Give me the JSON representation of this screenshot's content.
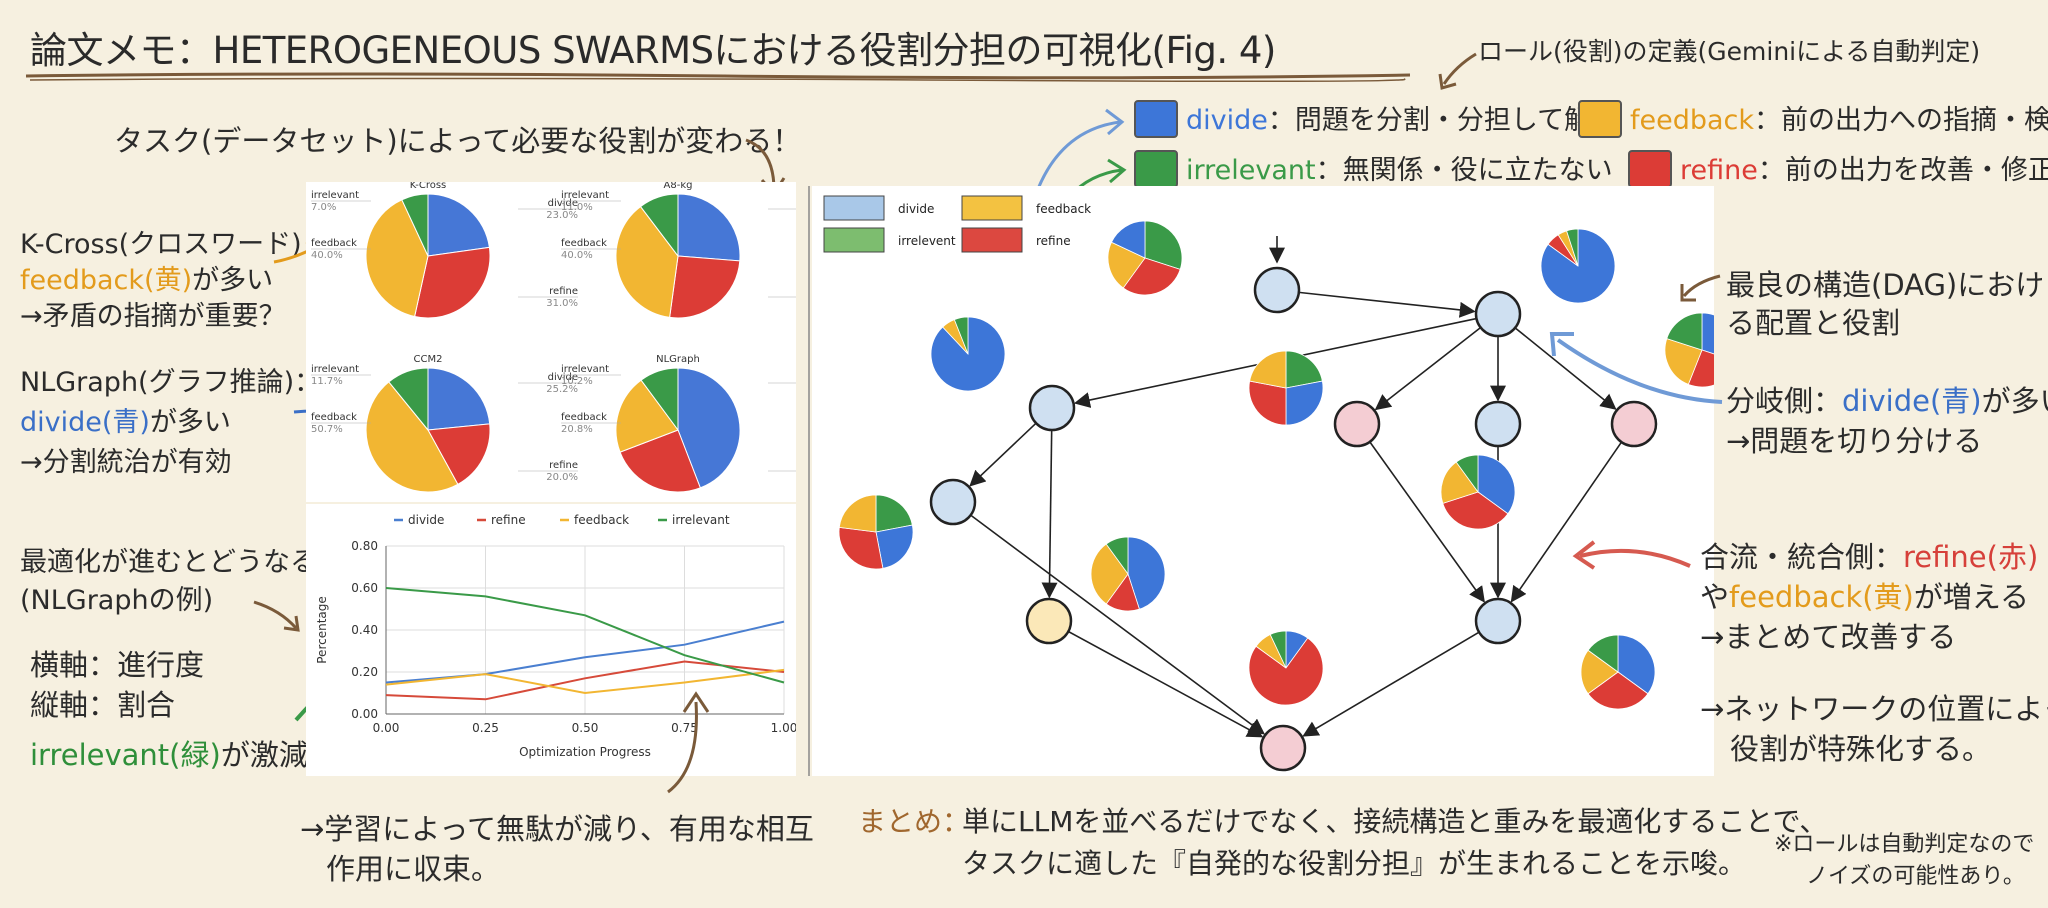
{
  "header": {
    "title": "論文メモ：HETEROGENEOUS SWARMSにおける役割分担の可視化(Fig. 4)",
    "role_def_title": "ロール(役割)の定義(Geminiによる自動判定)"
  },
  "role_legend": [
    {
      "key": "divide",
      "desc": "：問題を分割・分担して解く",
      "color": "#3d76d8"
    },
    {
      "key": "feedback",
      "desc": "：前の出力への指摘・検証",
      "color": "#f2b632"
    },
    {
      "key": "irrelevant",
      "desc": "：無関係・役に立たない",
      "color": "#3a9a48"
    },
    {
      "key": "refine",
      "desc": "：前の出力を改善・修正",
      "color": "#dc3c36"
    }
  ],
  "notes": {
    "task_note": "タスク(データセット)によって必要な役割が変わる！",
    "kcross_1": "K-Cross(クロスワード)：",
    "kcross_2a": "feedback(黄)",
    "kcross_2b": "が多い",
    "kcross_3": "→矛盾の指摘が重要？",
    "nlgraph_1": "NLGraph(グラフ推論)：",
    "nlgraph_2a": "divide(青)",
    "nlgraph_2b": "が多い",
    "nlgraph_3": "→分割統治が有効",
    "opt_1": "最適化が進むとどうなる？",
    "opt_2": "(NLGraphの例)",
    "axis_x_note": "横軸：進行度",
    "axis_y_note": "縦軸：割合",
    "irr_a": "irrelevant(緑)",
    "irr_b": "が激減！",
    "learn_1": "→学習によって無駄が減り、有用な相互",
    "learn_2": "作用に収束。",
    "dag_1": "最良の構造(DAG)におけ",
    "dag_2": "る配置と役割",
    "branch_1a": "分岐側：",
    "branch_1b": "divide(青)",
    "branch_1c": "が多い",
    "branch_2": "→問題を切り分ける",
    "merge_1a": "合流・統合側：",
    "merge_1b": "refine(赤)",
    "merge_2a": "や",
    "merge_2b": "feedback(黄)",
    "merge_2c": "が増える",
    "merge_3": "→まとめて改善する",
    "pos_1": "→ネットワークの位置によって",
    "pos_2": "役割が特殊化する。",
    "summary_label": "まとめ：",
    "summary_1": "単にLLMを並べるだけでなく、接続構造と重みを最適化することで、",
    "summary_2": "タスクに適した『自発的な役割分担』が生まれることを示唆。",
    "caveat_1": "※ロールは自動判定なので",
    "caveat_2": "ノイズの可能性あり。"
  },
  "pie_panel": {
    "charts": [
      {
        "title": "K-Cross",
        "slices": [
          {
            "label": "divide",
            "value": 23.0,
            "text": "23.0%"
          },
          {
            "label": "refine",
            "value": 31.0,
            "text": "31.0%"
          },
          {
            "label": "feedback",
            "value": 40.0,
            "text": "40.0%"
          },
          {
            "label": "irrelevant",
            "value": 7.0,
            "text": "7.0%"
          }
        ]
      },
      {
        "title": "A8-kg",
        "slices": [
          {
            "label": "divide",
            "value": 28.0,
            "text": "28.0%"
          },
          {
            "label": "refine",
            "value": 27.6,
            "text": "27.6%"
          },
          {
            "label": "feedback",
            "value": 40.0,
            "text": "40.0%"
          },
          {
            "label": "irrelevant",
            "value": 11.0,
            "text": "11.0%"
          }
        ]
      },
      {
        "title": "CCM2",
        "slices": [
          {
            "label": "divide",
            "value": 25.2,
            "text": "25.2%"
          },
          {
            "label": "refine",
            "value": 20.0,
            "text": "20.0%"
          },
          {
            "label": "feedback",
            "value": 50.7,
            "text": "50.7%"
          },
          {
            "label": "irrelevant",
            "value": 11.7,
            "text": "11.7%"
          }
        ]
      },
      {
        "title": "NLGraph",
        "slices": [
          {
            "label": "divide",
            "value": 44.4,
            "text": "44.4%"
          },
          {
            "label": "refine",
            "value": 25.2,
            "text": "25.2%"
          },
          {
            "label": "feedback",
            "value": 20.8,
            "text": "20.8%"
          },
          {
            "label": "irrelevant",
            "value": 10.2,
            "text": "10.2%"
          }
        ]
      }
    ]
  },
  "chart_data": {
    "type": "line",
    "xlabel": "Optimization Progress",
    "ylabel": "Percentage",
    "x": [
      0.0,
      0.25,
      0.5,
      0.75,
      1.0
    ],
    "xticks": [
      "0.00",
      "0.25",
      "0.50",
      "0.75",
      "1.00"
    ],
    "yticks": [
      "0.00",
      "0.20",
      "0.40",
      "0.60",
      "0.80"
    ],
    "xlim": [
      0,
      1
    ],
    "ylim": [
      0,
      0.8
    ],
    "grid": true,
    "legend_position": "top",
    "series": [
      {
        "name": "divide",
        "color": "#4a7fd0",
        "values": [
          0.15,
          0.19,
          0.27,
          0.33,
          0.44
        ]
      },
      {
        "name": "refine",
        "color": "#d64a3a",
        "values": [
          0.09,
          0.07,
          0.17,
          0.25,
          0.2
        ]
      },
      {
        "name": "feedback",
        "color": "#f2b632",
        "values": [
          0.14,
          0.19,
          0.1,
          0.15,
          0.21
        ]
      },
      {
        "name": "irrelevant",
        "color": "#3a9a48",
        "values": [
          0.6,
          0.56,
          0.47,
          0.28,
          0.15
        ]
      }
    ]
  },
  "dag_panel": {
    "legend": [
      {
        "label": "divide",
        "color": "#a9c8e8"
      },
      {
        "label": "feedback",
        "color": "#f3c241"
      },
      {
        "label": "irrelevent",
        "color": "#7dbd6f"
      },
      {
        "label": "refine",
        "color": "#dc4840"
      }
    ]
  }
}
